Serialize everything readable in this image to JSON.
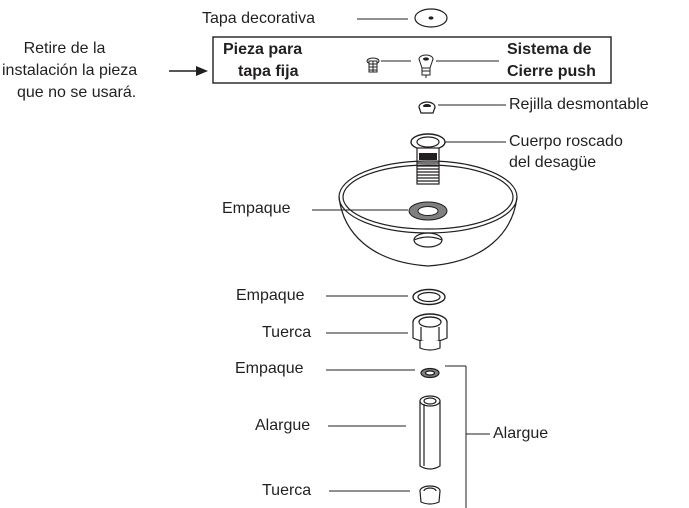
{
  "title": "",
  "labels": {
    "tapa_decorativa": "Tapa decorativa",
    "retire_1": "Retire de la",
    "retire_2": "instalación la pieza",
    "retire_3": "que no se usará.",
    "pieza_para_1": "Pieza para",
    "pieza_para_2": "tapa fija",
    "sistema_1": "Sistema de",
    "sistema_2": "Cierre push",
    "rejilla": "Rejilla desmontable",
    "cuerpo_1": "Cuerpo roscado",
    "cuerpo_2": "del desagüe",
    "empaque_bowl": "Empaque",
    "empaque_top": "Empaque",
    "tuerca_top": "Tuerca",
    "empaque_small": "Empaque",
    "alargue_left": "Alargue",
    "tuerca_bottom": "Tuerca",
    "alargue_bracket": "Alargue"
  },
  "colors": {
    "line": "#231f20",
    "fill": "#ffffff",
    "ring_fill": "#808080"
  }
}
